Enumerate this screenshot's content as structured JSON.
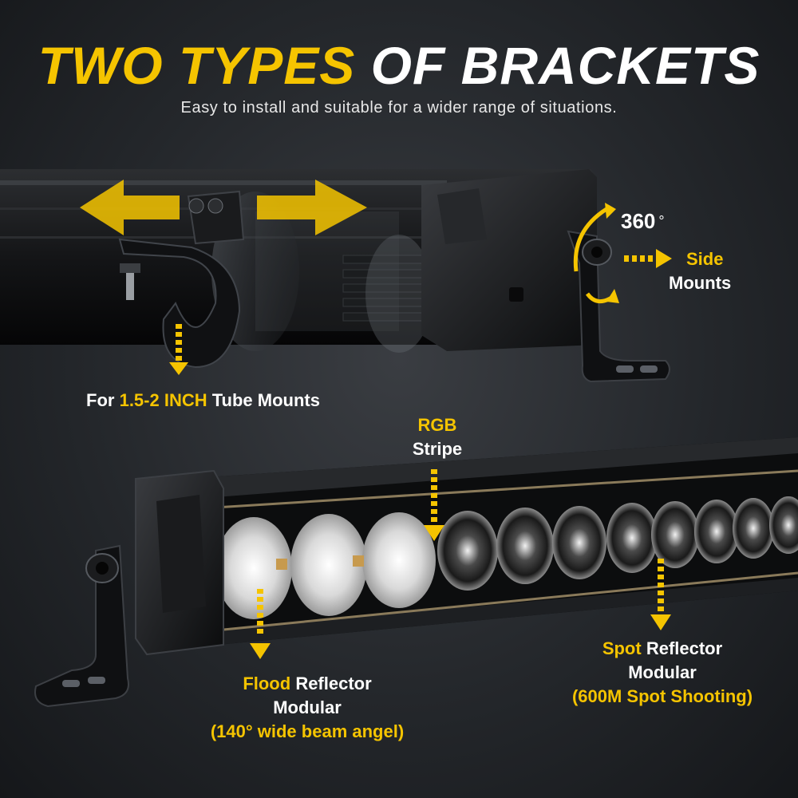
{
  "header": {
    "title_part1": "TWO TYPES",
    "title_part2": "OF BRACKETS",
    "subtitle": "Easy to install and suitable for a wider range of situations."
  },
  "callouts": {
    "rotation": {
      "value": "360",
      "unit": "°"
    },
    "side_mounts": {
      "line1": "Side",
      "line2": "Mounts"
    },
    "tube_mounts": {
      "prefix": "For",
      "highlight": "1.5-2 INCH",
      "suffix": "Tube Mounts"
    },
    "rgb_stripe": {
      "line1": "RGB",
      "line2": "Stripe"
    },
    "flood": {
      "highlight": "Flood",
      "line1_rest": "Reflector",
      "line2": "Modular",
      "line3": "(140° wide beam angel)"
    },
    "spot": {
      "highlight": "Spot",
      "line1_rest": "Reflector",
      "line2": "Modular",
      "line3": "(600M Spot Shooting)"
    }
  },
  "colors": {
    "accent": "#f5c400",
    "text": "#ffffff",
    "background": "#26292d"
  },
  "icons": [
    "double-arrow-icon",
    "rotate-360-icon",
    "dotted-arrow-icon",
    "dotted-down-arrow-icon"
  ]
}
